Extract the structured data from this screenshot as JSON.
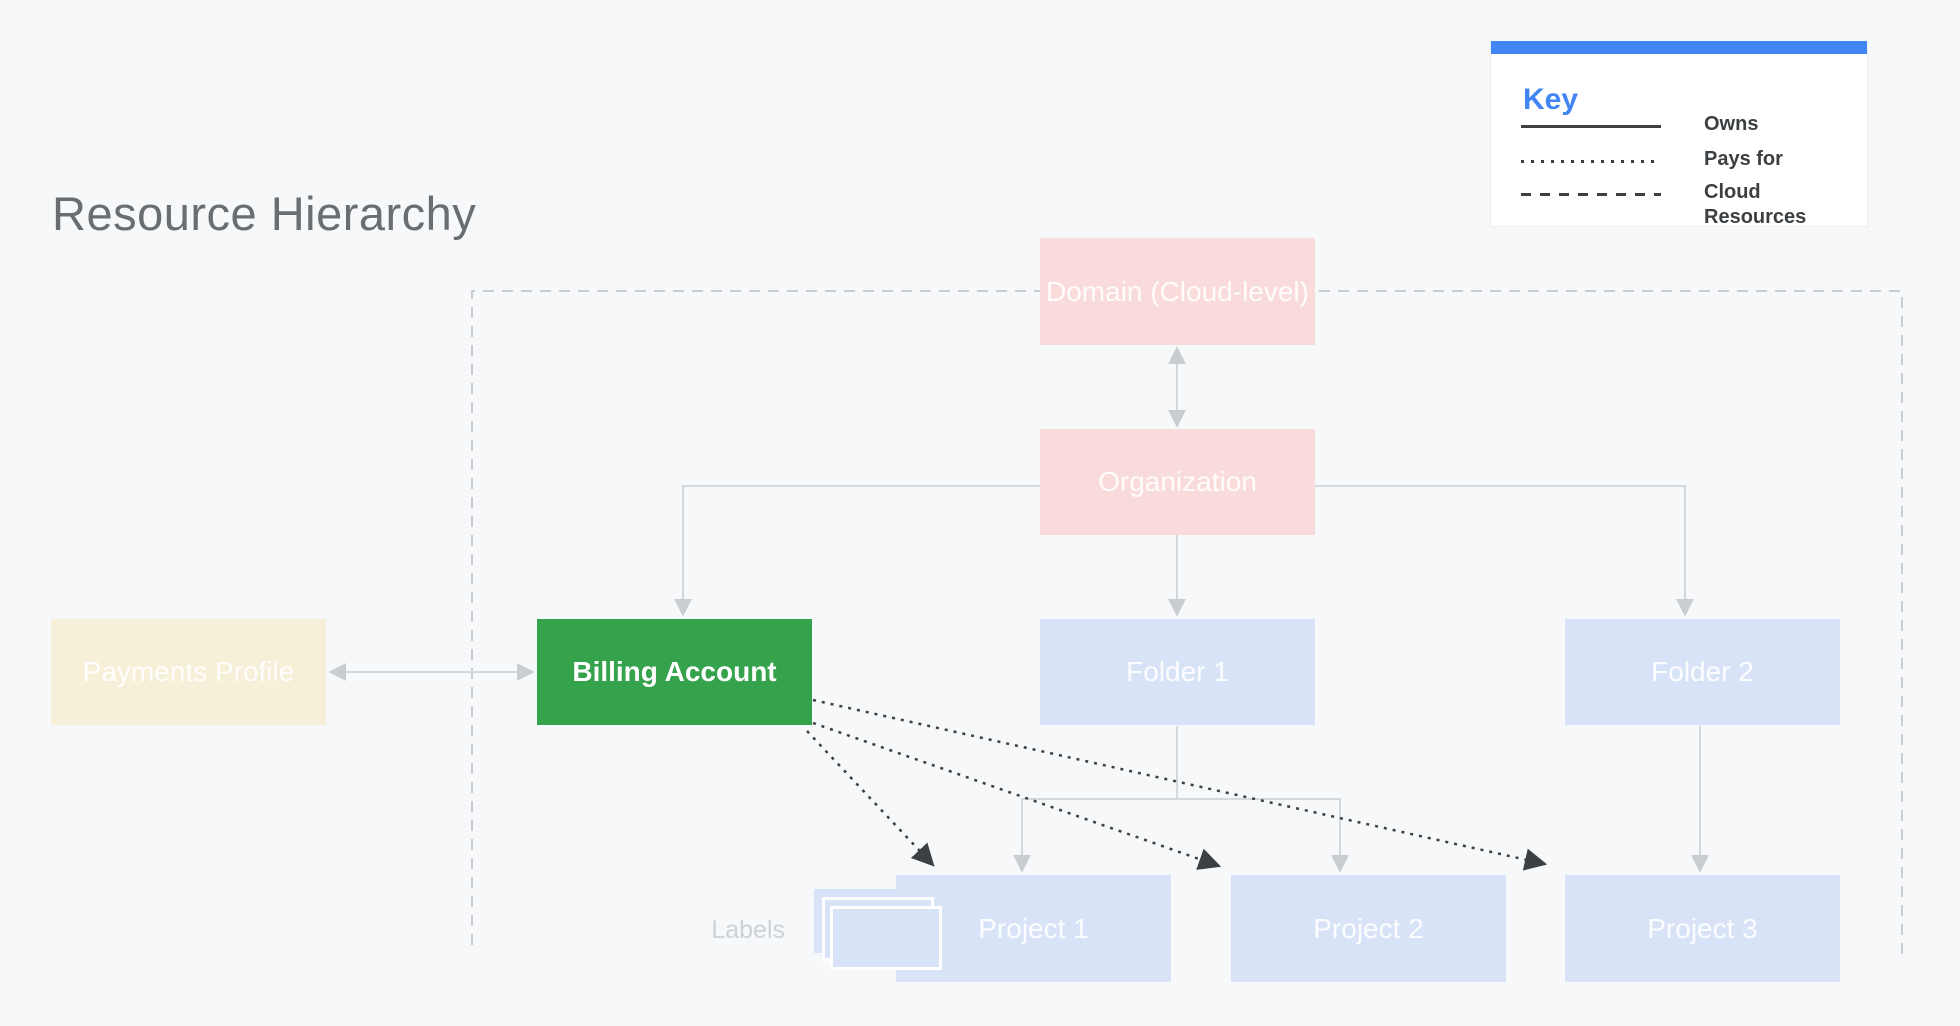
{
  "page": {
    "title": "Resource Hierarchy",
    "background_color": "#f6f8f9"
  },
  "key": {
    "title": "Key",
    "accent_color": "#4285f4",
    "items": [
      {
        "style": "solid",
        "label": "Owns"
      },
      {
        "style": "dotted",
        "label": "Pays for"
      },
      {
        "style": "dashed",
        "label": "Cloud Resources"
      }
    ]
  },
  "nodes": {
    "domain": {
      "label": "Domain (Cloud-level)",
      "color": "#f9dbdc"
    },
    "organization": {
      "label": "Organization",
      "color": "#f9dbdc"
    },
    "payments_profile": {
      "label": "Payments Profile",
      "color": "#f7f0d9"
    },
    "billing_account": {
      "label": "Billing Account",
      "color": "#34a34c"
    },
    "folder_1": {
      "label": "Folder 1",
      "color": "#d9e3f8"
    },
    "folder_2": {
      "label": "Folder 2",
      "color": "#d9e3f8"
    },
    "project_1": {
      "label": "Project 1",
      "color": "#d9e3f8"
    },
    "project_2": {
      "label": "Project 2",
      "color": "#d9e3f8"
    },
    "project_3": {
      "label": "Project 3",
      "color": "#d9e3f8"
    }
  },
  "annotations": {
    "labels_caption": "Labels"
  },
  "connectors": {
    "owns_line_color": "#d5d8db",
    "owns_arrowhead_color": "#c9ccd0",
    "pays_for_line_color": "#3c4043",
    "cloud_resources_boundary_color": "#c9ccd0"
  }
}
